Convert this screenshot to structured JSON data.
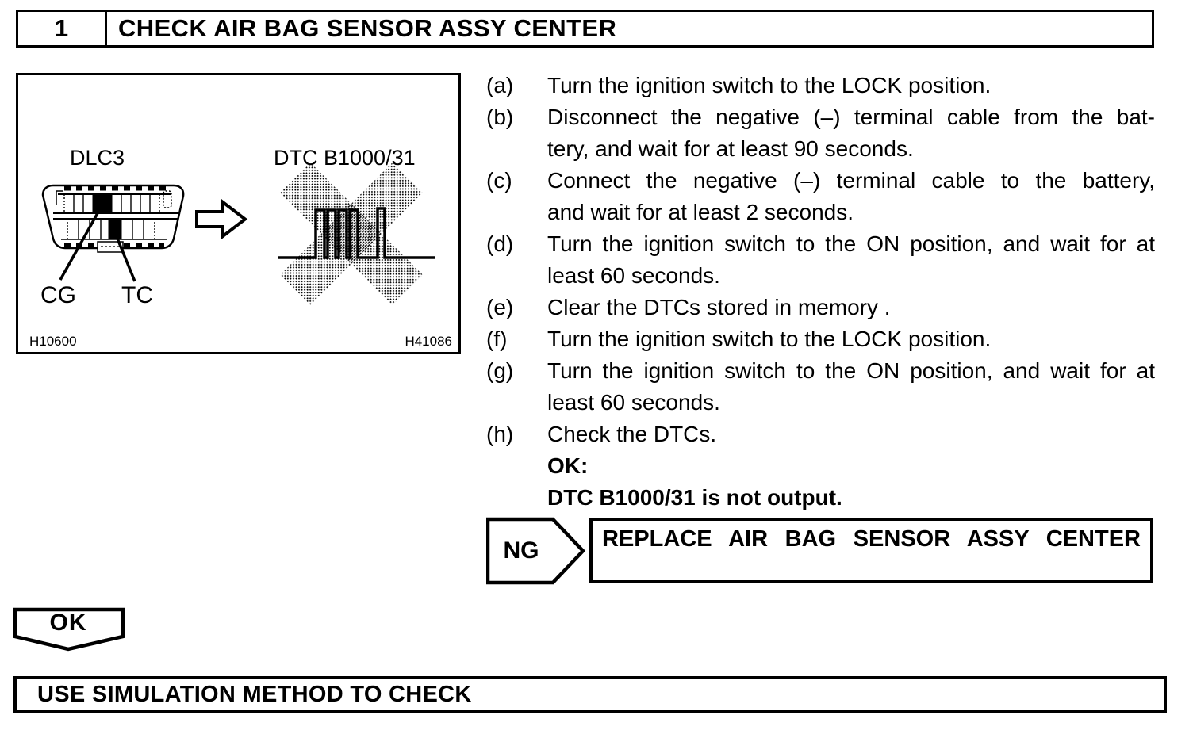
{
  "header": {
    "number": "1",
    "title": "CHECK AIR BAG SENSOR ASSY CENTER"
  },
  "figure": {
    "connector_label": "DLC3",
    "dtc_label": "DTC B1000/31",
    "pin_cg": "CG",
    "pin_tc": "TC",
    "fig_id_left": "H10600",
    "fig_id_right": "H41086"
  },
  "procedure": {
    "steps": [
      {
        "label": "(a)",
        "lines": [
          "Turn the ignition switch to the LOCK position."
        ]
      },
      {
        "label": "(b)",
        "lines": [
          "Disconnect the negative (–) terminal cable from the bat-",
          "tery, and wait for at least 90 seconds."
        ]
      },
      {
        "label": "(c)",
        "lines": [
          "Connect the negative (–) terminal cable to the battery,",
          "and wait for at least 2 seconds."
        ]
      },
      {
        "label": "(d)",
        "lines": [
          "Turn the ignition switch to the ON position, and wait for at",
          "least 60 seconds."
        ]
      },
      {
        "label": "(e)",
        "lines": [
          "Clear the DTCs stored in memory ."
        ]
      },
      {
        "label": "(f)",
        "lines": [
          "Turn the ignition switch to the LOCK position."
        ]
      },
      {
        "label": "(g)",
        "lines": [
          "Turn the ignition switch to the ON position, and wait for at",
          "least 60 seconds."
        ]
      },
      {
        "label": "(h)",
        "lines": [
          "Check the DTCs."
        ]
      }
    ],
    "ok_heading": "OK:",
    "ok_condition": "DTC B1000/31 is not output."
  },
  "decision": {
    "ng_label": "NG",
    "ng_action": "REPLACE AIR BAG SENSOR ASSY CENTER",
    "ok_label": "OK"
  },
  "footer": {
    "instruction": "USE SIMULATION METHOD TO CHECK"
  },
  "colors": {
    "ink": "#000000",
    "paper": "#ffffff"
  }
}
